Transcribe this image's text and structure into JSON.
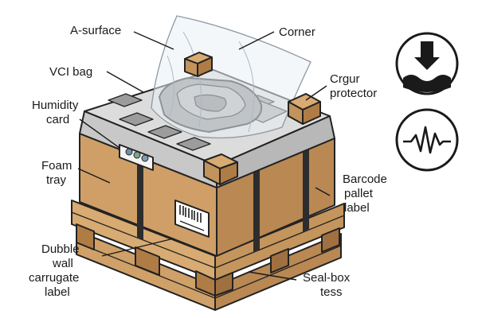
{
  "labels": {
    "a_surface": "A-surface",
    "corner": "Corner",
    "vci_bag": "VCI bag",
    "crgur_line1": "Crgur",
    "crgur_line2": "protector",
    "humidity_line1": "Humidity",
    "humidity_line2": "card",
    "foam_line1": "Foam",
    "foam_line2": "tray",
    "barcode_line1": "Barcode",
    "barcode_line2": "pallet",
    "barcode_line3": "label",
    "dubble_line1": "Dubble",
    "dubble_line2": "wall",
    "dubble_line3": "carrugate",
    "dubble_line4": "label",
    "seal_line1": "Seal-box",
    "seal_line2": "tess"
  },
  "icons": {
    "moisture": "downward-arrow-over-water-icon",
    "shock": "waveform-pulse-icon"
  },
  "colors": {
    "cardboard_front": "#cf9f67",
    "cardboard_side": "#b98853",
    "pallet_wood": "#d8ab72",
    "foam_gray": "#cdcdcd",
    "strap": "#2d2d2d",
    "ink": "#1a1a1a"
  }
}
